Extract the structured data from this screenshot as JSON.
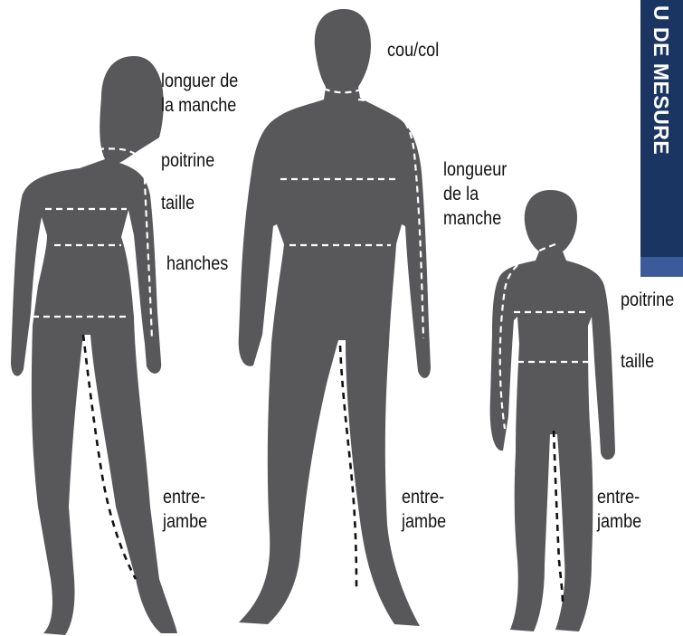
{
  "banner": {
    "text": "U DE MESURE",
    "color": "#1b3563",
    "accent_color": "#3a5a99"
  },
  "colors": {
    "silhouette": "#58585a",
    "measure_line": "#ffffff",
    "inseam_line": "#111111"
  },
  "woman": {
    "sleeve": [
      "longuer de",
      "la manche"
    ],
    "chest": "poitrine",
    "waist": "taille",
    "hips": "hanches",
    "inseam": [
      "entre-",
      "jambe"
    ]
  },
  "man": {
    "neck": "cou/col",
    "sleeve": [
      "longueur",
      "de la",
      "manche"
    ],
    "inseam": [
      "entre-",
      "jambe"
    ]
  },
  "child": {
    "chest": "poitrine",
    "waist": "taille",
    "inseam": [
      "entre-",
      "jambe"
    ]
  }
}
